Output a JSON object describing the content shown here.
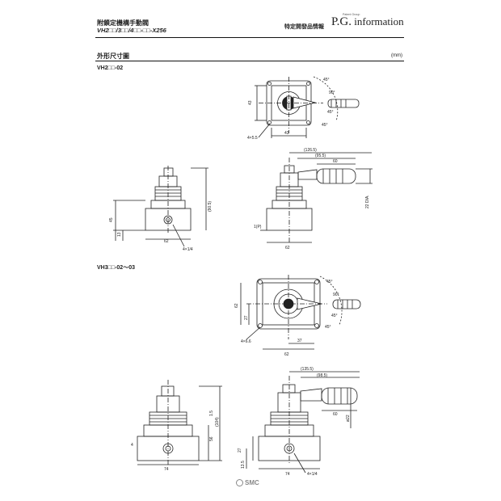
{
  "header": {
    "title": "附鎖定機構手動閥",
    "model": "VH2□□/3□□/4□□-□□-X256",
    "special": "特定開發品情報",
    "logo_main": "P.G.",
    "logo_word": "information",
    "logo_sub": "Patent Group"
  },
  "section": {
    "title": "外形尺寸圖",
    "unit": "(mm)"
  },
  "models": {
    "first": "VH2□□-02",
    "second": "VH3□□-02～03"
  },
  "drawing1": {
    "top_dims": [
      "43",
      "43",
      "4×5.5",
      "45°",
      "90°",
      "45°",
      "45°"
    ],
    "front_dims": [
      "45",
      "13",
      "62",
      "(90.5)",
      "4×1/4"
    ],
    "side_dims": [
      "(126.5)",
      "(95.5)",
      "60",
      "22 DIA.",
      "1(P)",
      "62"
    ]
  },
  "drawing2": {
    "top_dims": [
      "62",
      "27",
      "37",
      "62",
      "4×6.6",
      "45°",
      "90°",
      "45°",
      "45°"
    ],
    "front_dims": [
      "56",
      "(104)",
      "1.5",
      "4",
      "74"
    ],
    "side_dims": [
      "(135.5)",
      "(98.5)",
      "60",
      "ø22",
      "27",
      "13.5",
      "4×1/4",
      "74"
    ]
  },
  "footer": {
    "brand": "SMC"
  }
}
